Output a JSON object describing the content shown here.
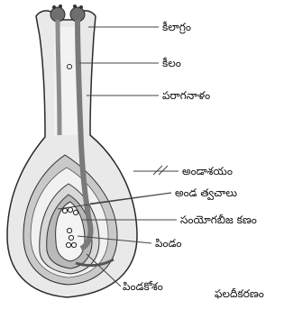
{
  "diagram": {
    "labels": {
      "stigma": "కీలాగ్రం",
      "style": "కీలం",
      "pollen_tube": "పరాగనాళం",
      "ovary": "అండాశయం",
      "integuments": "అండ త్వచాలు",
      "zygote_nucleus": "సంయోగబీజ కణం",
      "ovule": "పిండం",
      "embryo_sac": "పిండకోశం"
    },
    "caption": "ఫలదీకరణం"
  },
  "colors": {
    "outline": "#2a2a2a",
    "dark_tissue": "#9b9b9b",
    "light_tissue": "#e3e3e3",
    "background": "#ffffff"
  }
}
